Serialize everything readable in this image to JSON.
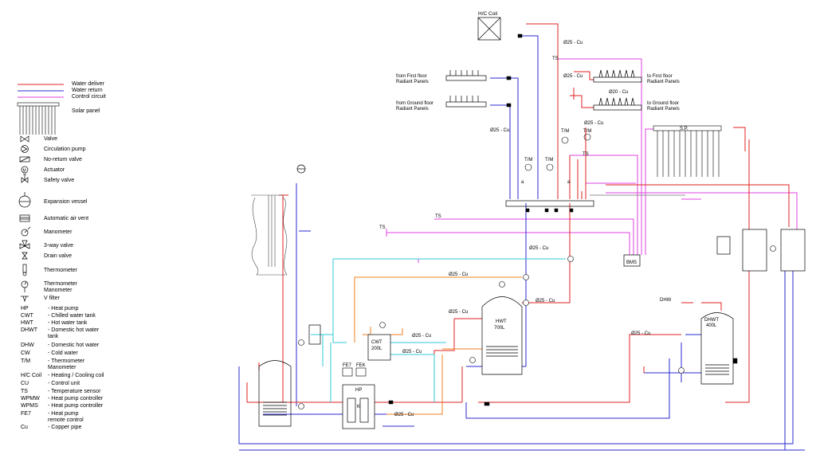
{
  "legend": {
    "lines": [
      {
        "label": "Water deliver",
        "color": "#e02020"
      },
      {
        "label": "Water return",
        "color": "#2a2ad0"
      },
      {
        "label": "Control circuit",
        "color": "#e040e0"
      }
    ],
    "symbols": [
      {
        "label": "Solar panel",
        "icon": "solar-panel-icon"
      },
      {
        "label": "Valve",
        "icon": "valve-icon"
      },
      {
        "label": "Circulation pump",
        "icon": "pump-icon"
      },
      {
        "label": "No-return valve",
        "icon": "check-valve-icon"
      },
      {
        "label": "Actuator",
        "icon": "actuator-icon"
      },
      {
        "label": "Safety valve",
        "icon": "safety-valve-icon"
      },
      {
        "label": "Expansion vessel",
        "icon": "expansion-vessel-icon"
      },
      {
        "label": "Automatic air vent",
        "icon": "air-vent-icon"
      },
      {
        "label": "Manometer",
        "icon": "manometer-icon"
      },
      {
        "label": "3-way valve",
        "icon": "three-way-valve-icon"
      },
      {
        "label": "Drain valve",
        "icon": "drain-valve-icon"
      },
      {
        "label": "Thermometer",
        "icon": "thermometer-icon"
      },
      {
        "label": "Thermometer\nManometer",
        "icon": "thermo-manometer-icon"
      },
      {
        "label": "V filter",
        "icon": "v-filter-icon"
      }
    ],
    "abbreviations": [
      {
        "abbr": "HP",
        "desc": "- Heat pump"
      },
      {
        "abbr": "CWT",
        "desc": "- Chilled water tank"
      },
      {
        "abbr": "HWT",
        "desc": "- Hot water tank"
      },
      {
        "abbr": "DHWT",
        "desc": "- Domestic hot water tank"
      },
      {
        "abbr": "DHW",
        "desc": "- Domestic hot water"
      },
      {
        "abbr": "CW",
        "desc": "- Cold water"
      },
      {
        "abbr": "T/M",
        "desc": "- Thermometer Manometer"
      },
      {
        "abbr": "H/C Coil",
        "desc": "- Heating / Cooling coil"
      },
      {
        "abbr": "CU",
        "desc": "- Control unit"
      },
      {
        "abbr": "TS",
        "desc": "- Temperature sensor"
      },
      {
        "abbr": "WPMW",
        "desc": "- Heat pump controller"
      },
      {
        "abbr": "WPMS",
        "desc": "- Heat pump controller"
      },
      {
        "abbr": "FE7",
        "desc": "- Heat pump remote control"
      },
      {
        "abbr": "Cu",
        "desc": "- Copper pipe"
      }
    ]
  },
  "diagram": {
    "colors": {
      "deliver": "#e02020",
      "return": "#2a2ad0",
      "control": "#e040e0",
      "chilled": "#30c8d8",
      "orange": "#f08020",
      "grey": "#909090"
    },
    "labels": {
      "hc_coil": "H/C Coil",
      "pipe_25": "Ø25 - Cu",
      "pipe_20": "Ø20 - Cu",
      "ts": "TS",
      "tm": "T/M",
      "from_first_1": "from First floor",
      "from_first_2": "Radiant Panels",
      "from_ground_1": "from Ground floor",
      "from_ground_2": "Radiant Panels",
      "to_first_1": "to First floor",
      "to_first_2": "Radiant Panels",
      "to_ground_1": "to Ground floor",
      "to_ground_2": "Radiant Panels",
      "sp": "S.P.",
      "bms": "BMS",
      "hp": "HP",
      "k": "K",
      "cwt_1": "CWT",
      "cwt_2": "200L",
      "hwt_1": "HWT",
      "hwt_2": "700L",
      "dhwt_1": "DHWT",
      "dhwt_2": "400L",
      "dhw": "DHW",
      "fe7": "FE7",
      "fek": "FEK",
      "a": "a"
    }
  }
}
